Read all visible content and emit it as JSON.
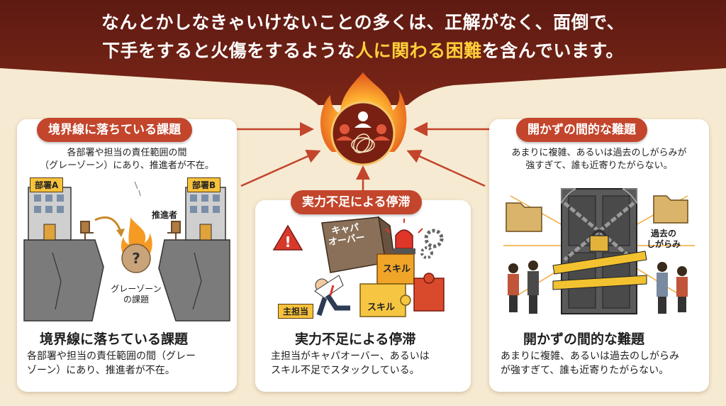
{
  "header": {
    "line1": "なんとかしなきゃいけないことの多くは、正解がなく、面倒で、",
    "line2_pre": "下手をすると火傷をするような",
    "line2_hl": "人に関わる困難",
    "line2_post": "を含んでいます。",
    "colors": {
      "band": "#6e1f15",
      "highlight": "#ffcf3a"
    }
  },
  "center": {
    "icon": "fire-people-tangle-icon"
  },
  "left": {
    "pill": "境界線に落ちている課題",
    "desc1": "各部署や担当の責任範囲の間",
    "desc2": "（グレーゾーン）にあり、推進者が不在。",
    "dept_a": "部署A",
    "dept_b": "部署B",
    "promoter": "推進者",
    "gray1": "グレーゾーン",
    "gray2": "の課題",
    "title": "境界線に落ちている課題",
    "body1": "各部署や担当の責任範囲の間（グレー",
    "body2": "ゾーン）にあり、推進者が不在。"
  },
  "middle": {
    "pill": "実力不足による停滞",
    "box1": "キャパ",
    "box2": "オーバー",
    "skill_a": "スキル",
    "skill_b": "スキル",
    "owner": "主担当",
    "title": "実力不足による停滞",
    "body1": "主担当がキャパオーバー、あるいは",
    "body2": "スキル不足でスタックしている。"
  },
  "right": {
    "pill": "開かずの間的な難題",
    "desc1": "あまりに複雑、あるいは過去のしがらみが",
    "desc2": "強すぎて、誰も近寄りたがらない。",
    "past1": "過去の",
    "past2": "しがらみ",
    "title": "開かずの間的な難題",
    "body1": "あまりに複雑、あるいは過去のしがらみ",
    "body2": "が強すぎて、誰も近寄りたがらない。"
  },
  "colors": {
    "accent": "#c2452c",
    "background": "#f6ead2",
    "fire": "#f08a1c"
  }
}
